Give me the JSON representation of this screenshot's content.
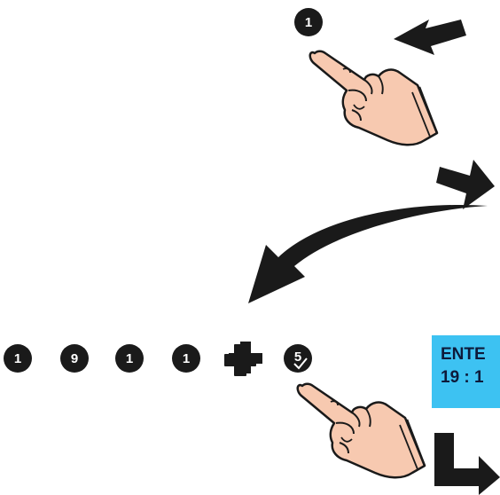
{
  "sequence_step1": {
    "key": "1"
  },
  "sequence_step2": {
    "keys": [
      "1",
      "9",
      "1",
      "1"
    ],
    "plus_key_icon": "plus-icon",
    "last_key": "5"
  },
  "display": {
    "line1": "ENTE",
    "line2": "19 : 1",
    "background": "#3dc2f2"
  },
  "icons": {
    "pointer": "hand-pointer-icon",
    "arrows": [
      "arrow-left-icon",
      "arrow-right-icon",
      "curved-arrow-icon",
      "corner-arrow-icon"
    ]
  },
  "colors": {
    "key_fill": "#1a1a1a",
    "hand_fill": "#f7c9b0",
    "arrow_fill": "#1a1a1a"
  }
}
